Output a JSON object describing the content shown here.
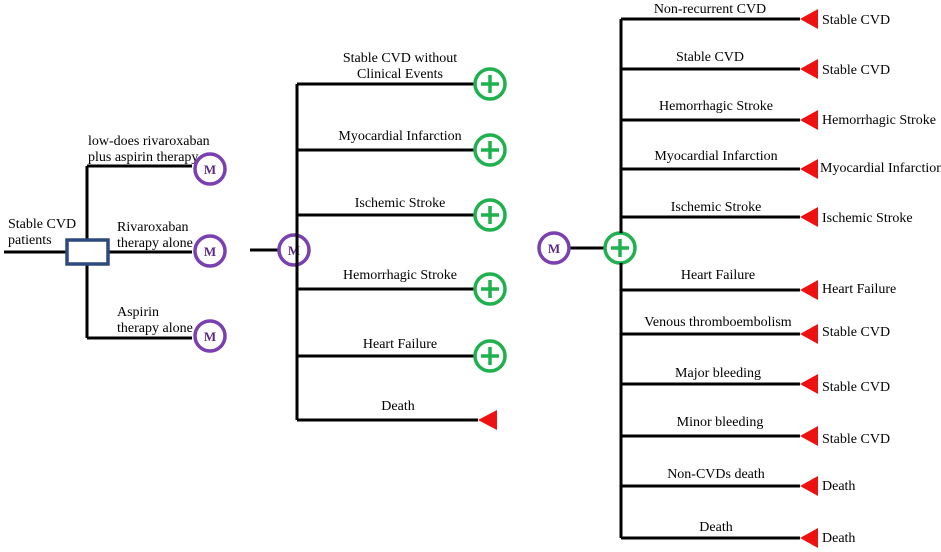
{
  "markov_label": "M",
  "root": {
    "label_line1": "Stable CVD",
    "label_line2": "patients"
  },
  "strategies": [
    {
      "line1": "low-does rivaroxaban",
      "line2": "plus aspirin therapy"
    },
    {
      "line1": "Rivaroxaban",
      "line2": "therapy alone"
    },
    {
      "line1": "Aspirin",
      "line2": "therapy alone"
    }
  ],
  "states": [
    {
      "line1": "Stable CVD without",
      "line2": "Clinical Events"
    },
    {
      "line1": "Myocardial Infarction"
    },
    {
      "line1": "Ischemic Stroke"
    },
    {
      "line1": "Hemorrhagic Stroke"
    },
    {
      "line1": "Heart Failure"
    },
    {
      "line1": "Death"
    }
  ],
  "transitions": [
    {
      "event": "Non-recurrent CVD",
      "outcome": "Stable CVD"
    },
    {
      "event": "Stable CVD",
      "outcome": "Stable CVD"
    },
    {
      "event": "Hemorrhagic Stroke",
      "outcome": "Hemorrhagic Stroke"
    },
    {
      "event": "Myocardial Infarction",
      "outcome": "Myocardial Infarction"
    },
    {
      "event": "Ischemic Stroke",
      "outcome": "Ischemic Stroke"
    },
    {
      "event": "Heart Failure",
      "outcome": "Heart Failure"
    },
    {
      "event": "Venous thromboembolism",
      "outcome": "Stable CVD"
    },
    {
      "event": "Major bleeding",
      "outcome": "Stable CVD"
    },
    {
      "event": "Minor bleeding",
      "outcome": "Stable CVD"
    },
    {
      "event": "Non-CVDs death",
      "outcome": "Death"
    },
    {
      "event": "Death",
      "outcome": "Death"
    }
  ],
  "colors": {
    "markov_node": "#7a3fb0",
    "chance_node": "#1fb14e",
    "terminal_node": "#ee1111",
    "decision_node": "#2e4a7d"
  }
}
